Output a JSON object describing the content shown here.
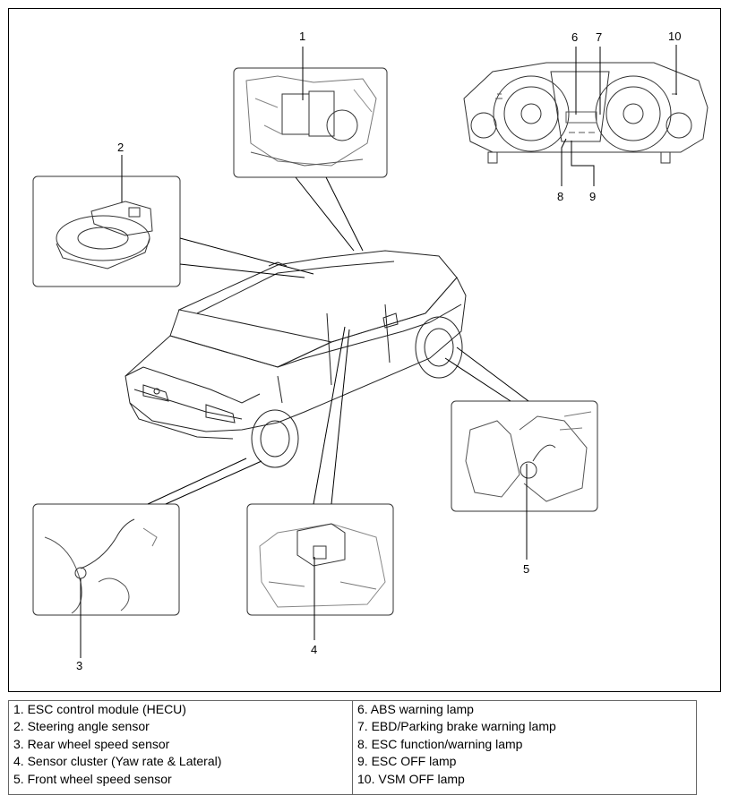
{
  "callouts": [
    "1",
    "2",
    "3",
    "4",
    "5",
    "6",
    "7",
    "8",
    "9",
    "10"
  ],
  "legend": {
    "left": [
      "1. ESC control module (HECU)",
      "2. Steering angle sensor",
      "3. Rear wheel speed sensor",
      "4. Sensor cluster (Yaw rate & Lateral)",
      "5. Front wheel speed sensor"
    ],
    "right": [
      "6. ABS warning lamp",
      "7. EBD/Parking brake warning lamp",
      "8. ESC function/warning lamp",
      "9. ESC OFF lamp",
      "10. VSM OFF lamp"
    ]
  }
}
